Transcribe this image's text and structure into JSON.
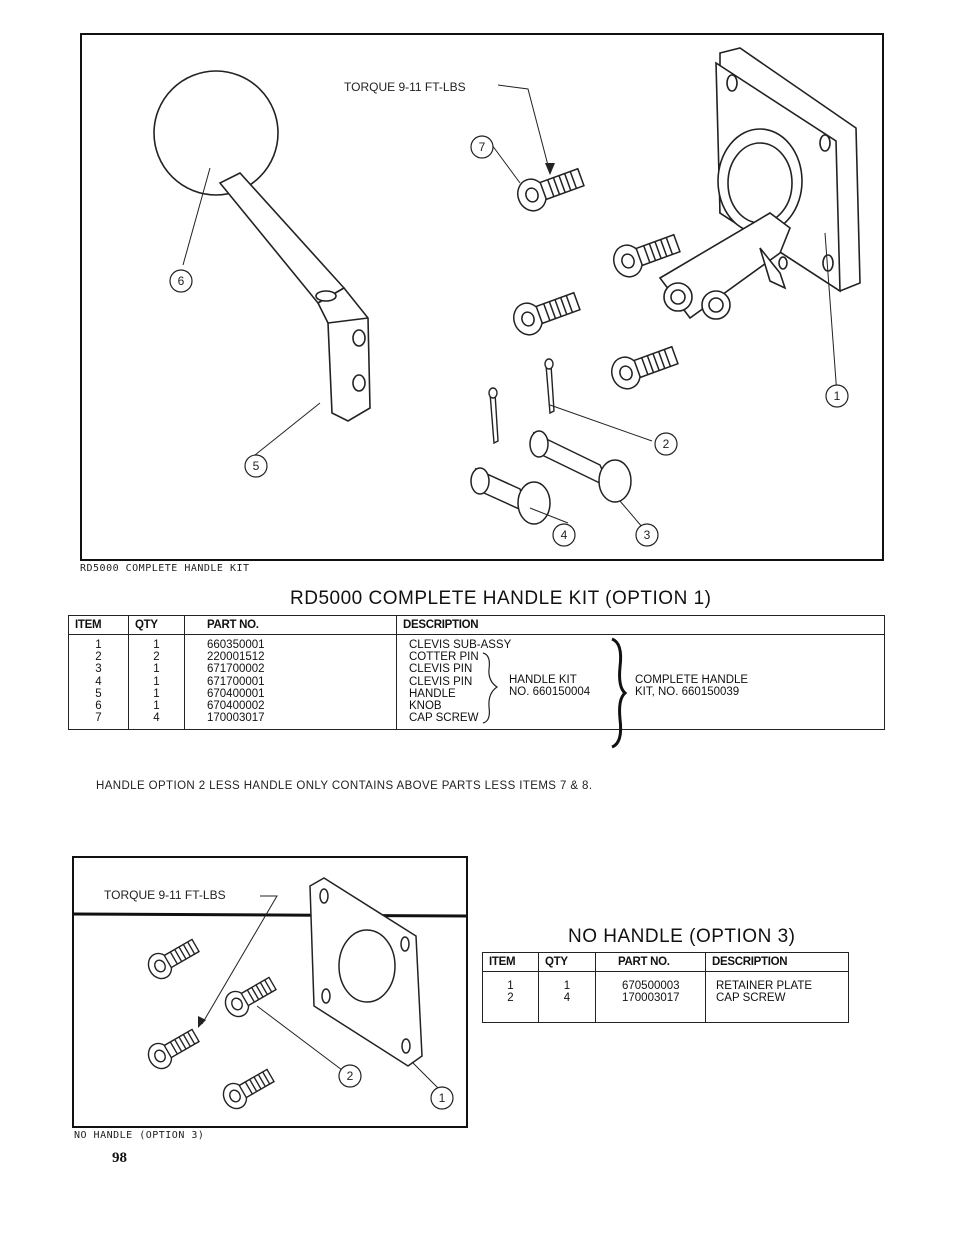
{
  "kit1": {
    "torque_label": "TORQUE 9-11 FT-LBS",
    "caption": "RD5000 COMPLETE HANDLE KIT",
    "callouts": [
      "1",
      "2",
      "3",
      "4",
      "5",
      "6",
      "7"
    ]
  },
  "table1": {
    "title": "RD5000 COMPLETE HANDLE KIT (OPTION 1)",
    "headers": {
      "item": "ITEM",
      "qty": "QTY",
      "part": "PART NO.",
      "desc": "DESCRIPTION"
    },
    "rows": [
      {
        "item": "1",
        "qty": "1",
        "part": "660350001",
        "desc": "CLEVIS SUB-ASSY"
      },
      {
        "item": "2",
        "qty": "2",
        "part": "220001512",
        "desc": "COTTER PIN"
      },
      {
        "item": "3",
        "qty": "1",
        "part": "671700002",
        "desc": "CLEVIS PIN"
      },
      {
        "item": "4",
        "qty": "1",
        "part": "671700001",
        "desc": "CLEVIS PIN"
      },
      {
        "item": "5",
        "qty": "1",
        "part": "670400001",
        "desc": "HANDLE"
      },
      {
        "item": "6",
        "qty": "1",
        "part": "670400002",
        "desc": "KNOB"
      },
      {
        "item": "7",
        "qty": "4",
        "part": "170003017",
        "desc": "CAP SCREW"
      }
    ],
    "group1": {
      "line1": "HANDLE KIT",
      "line2": "NO. 660150004"
    },
    "group2": {
      "line1": "COMPLETE HANDLE",
      "line2": "KIT, NO. 660150039"
    },
    "note": "HANDLE OPTION 2 LESS HANDLE ONLY CONTAINS ABOVE PARTS LESS ITEMS 7 & 8."
  },
  "kit3": {
    "torque_label": "TORQUE 9-11 FT-LBS",
    "caption": "NO HANDLE (OPTION 3)",
    "callouts": [
      "1",
      "2"
    ]
  },
  "table2": {
    "title": "NO HANDLE (OPTION 3)",
    "headers": {
      "item": "ITEM",
      "qty": "QTY",
      "part": "PART NO.",
      "desc": "DESCRIPTION"
    },
    "rows": [
      {
        "item": "1",
        "qty": "1",
        "part": "670500003",
        "desc": "RETAINER PLATE"
      },
      {
        "item": "2",
        "qty": "4",
        "part": "170003017",
        "desc": "CAP SCREW"
      }
    ]
  },
  "page_number": "98"
}
